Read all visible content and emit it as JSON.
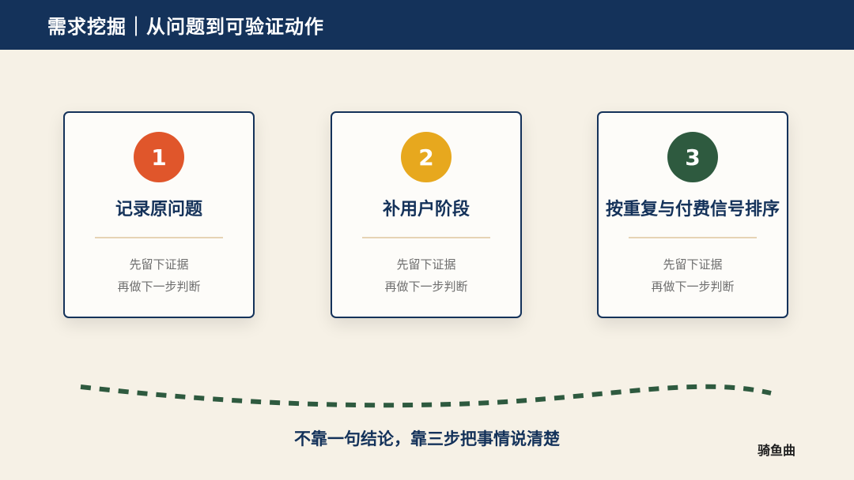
{
  "header": {
    "title": "需求挖掘｜从问题到可验证动作"
  },
  "cards": [
    {
      "number": "1",
      "title": "记录原问题",
      "desc_line1": "先留下证据",
      "desc_line2": "再做下一步判断",
      "color": "#e0562b"
    },
    {
      "number": "2",
      "title": "补用户阶段",
      "desc_line1": "先留下证据",
      "desc_line2": "再做下一步判断",
      "color": "#e7a81e"
    },
    {
      "number": "3",
      "title": "按重复与付费信号排序",
      "desc_line1": "先留下证据",
      "desc_line2": "再做下一步判断",
      "color": "#2e5a3f"
    }
  ],
  "footer": {
    "text": "不靠一句结论，靠三步把事情说清楚",
    "brand": "骑鱼曲"
  },
  "colors": {
    "header_bg": "#14325a",
    "page_bg": "#f6f1e6",
    "wave": "#2e5a3f",
    "divider": "#e6d3b5"
  }
}
